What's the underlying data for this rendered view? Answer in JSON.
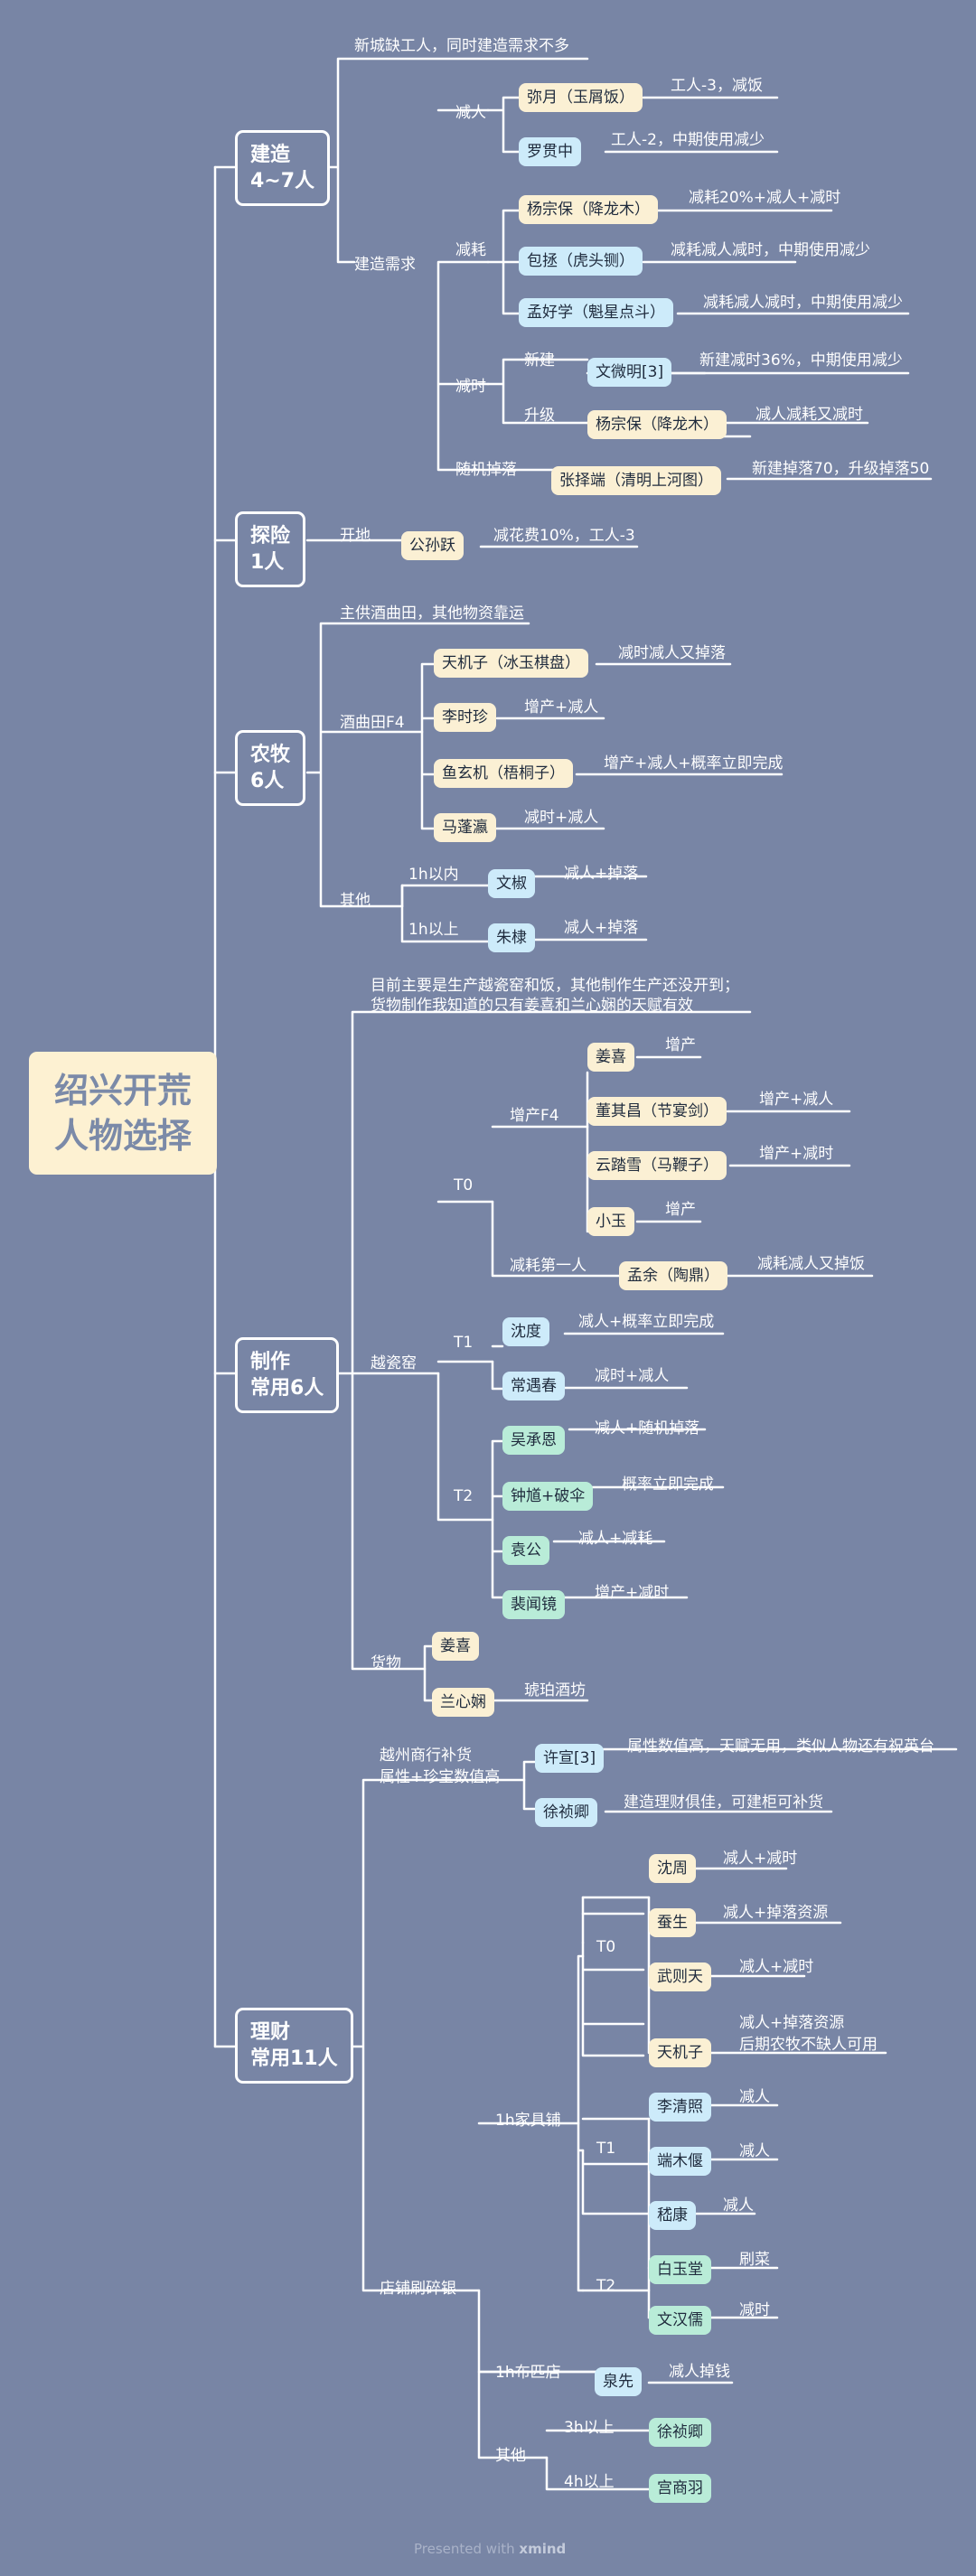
{
  "root": "绍兴开荒\n人物选择",
  "cats": {
    "build": "建造\n4~7人",
    "explore": "探险\n1人",
    "farm": "农牧\n6人",
    "make": "制作\n常用6人",
    "finance": "理财\n常用11人"
  },
  "build": {
    "note": "新城缺工人，同时建造需求不多",
    "need": "建造需求",
    "jianren": "减人",
    "jianhao": "减耗",
    "jianshi": "减时",
    "suiji": "随机掉落",
    "xinjian": "新建",
    "shengji": "升级",
    "p1": "弥月（玉屑饭）",
    "d1": "工人-3，减饭",
    "p2": "罗贯中",
    "d2": "工人-2，中期使用减少",
    "p3": "杨宗保（降龙木）",
    "d3": "减耗20%+减人+减时",
    "p4": "包拯（虎头铡）",
    "d4": "减耗减人减时，中期使用减少",
    "p5": "孟好学（魁星点斗）",
    "d5": "减耗减人减时，中期使用减少",
    "p6": "文微明[3]",
    "d6": "新建减时36%，中期使用减少",
    "p7": "杨宗保（降龙木）",
    "d7": "减人减耗又减时",
    "p8": "张择端（清明上河图）",
    "d8": "新建掉落70，升级掉落50"
  },
  "explore": {
    "kaidi": "开地",
    "p1": "公孙跃",
    "d1": "减花费10%，工人-3"
  },
  "farm": {
    "note": "主供酒曲田，其他物资靠运",
    "jiuqu": "酒曲田F4",
    "qita": "其他",
    "h1n": "1h以内",
    "h1s": "1h以上",
    "p1": "天机子（冰玉棋盘）",
    "d1": "减时减人又掉落",
    "p2": "李时珍",
    "d2": "增产+减人",
    "p3": "鱼玄机（梧桐子）",
    "d3": "增产+减人+概率立即完成",
    "p4": "马蓬瀛",
    "d4": "减时+减人",
    "p5": "文椒",
    "d5": "减人+掉落",
    "p6": "朱棣",
    "d6": "减人+掉落"
  },
  "make": {
    "note1": "目前主要是生产越瓷窑和饭，其他制作生产还没开到；",
    "note2": "货物制作我知道的只有姜喜和兰心娴的天赋有效",
    "yueci": "越瓷窑",
    "t0": "T0",
    "t1": "T1",
    "t2": "T2",
    "zengchan": "增产F4",
    "jianhao1": "减耗第一人",
    "huowu": "货物",
    "p1": "姜喜",
    "d1": "增产",
    "p2": "董其昌（节宴剑）",
    "d2": "增产+减人",
    "p3": "云踏雪（马鞭子）",
    "d3": "增产+减时",
    "p4": "小玉",
    "d4": "增产",
    "p5": "孟余（陶鼎）",
    "d5": "减耗减人又掉饭",
    "p6": "沈度",
    "d6": "减人+概率立即完成",
    "p7": "常遇春",
    "d7": "减时+减人",
    "p8": "吴承恩",
    "d8": "减人+随机掉落",
    "p9": "钟馗+破伞",
    "d9": "概率立即完成",
    "p10": "袁公",
    "d10": "减人+减耗",
    "p11": "裴闻镜",
    "d11": "增产+减时",
    "p12": "姜喜",
    "p13": "兰心娴",
    "d13": "琥珀酒坊"
  },
  "finance": {
    "shang1": "越州商行补货",
    "shang2": "属性+珍宝数值高",
    "p1": "许宣[3]",
    "d1": "属性数值高，天赋无用，类似人物还有祝英台",
    "p2": "徐祯卿",
    "d2": "建造理财俱佳，可建柜可补货",
    "dianpu": "店铺刷碎银",
    "jiaju": "1h家具铺",
    "buli": "1h布匹店",
    "qita": "其他",
    "h3": "3h以上",
    "h4": "4h以上",
    "t0": "T0",
    "t1": "T1",
    "t2": "T2",
    "p3": "沈周",
    "d3": "减人+减时",
    "p4": "蚕生",
    "d4": "减人+掉落资源",
    "p5": "武则天",
    "d5": "减人+减时",
    "p6": "天机子",
    "d6a": "减人+掉落资源",
    "d6b": "后期农牧不缺人可用",
    "p7": "李清照",
    "d7": "减人",
    "p8": "端木偃",
    "d8": "减人",
    "p9": "嵇康",
    "d9": "减人",
    "p10": "白玉堂",
    "d10": "刷菜",
    "p11": "文汉儒",
    "d11": "减时",
    "p12": "泉先",
    "d12": "减人掉钱",
    "p13": "徐祯卿",
    "p14": "宫商羽"
  },
  "footer": {
    "prefix": "Presented with ",
    "brand": "xmind"
  }
}
